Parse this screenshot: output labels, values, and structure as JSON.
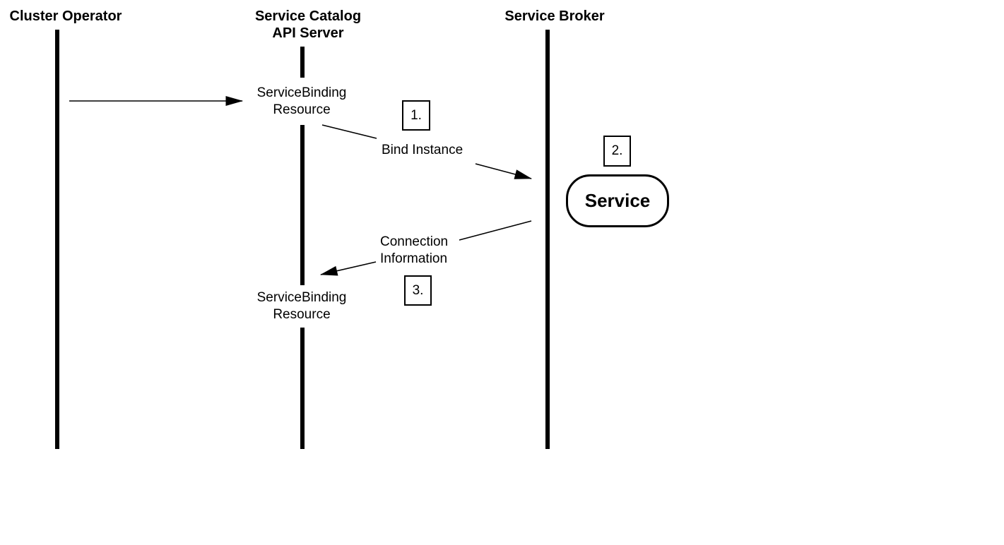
{
  "diagram": {
    "kind": "sequence-diagram",
    "colors": {
      "ink": "#000000",
      "background": "#ffffff"
    },
    "actors": [
      {
        "id": "cluster-operator",
        "lines": [
          "Cluster Operator"
        ]
      },
      {
        "id": "service-catalog-api-server",
        "lines": [
          "Service Catalog",
          "API Server"
        ]
      },
      {
        "id": "service-broker",
        "lines": [
          "Service Broker"
        ]
      }
    ],
    "labels": {
      "servicebinding_top": {
        "lines": [
          "ServiceBinding",
          "Resource"
        ]
      },
      "bind_instance": "Bind Instance",
      "connection_information": {
        "lines": [
          "Connection",
          "Information"
        ]
      },
      "servicebinding_bottom": {
        "lines": [
          "ServiceBinding",
          "Resource"
        ]
      }
    },
    "steps": [
      {
        "label": "1."
      },
      {
        "label": "2."
      },
      {
        "label": "3."
      }
    ],
    "node": {
      "label": "Service"
    }
  }
}
